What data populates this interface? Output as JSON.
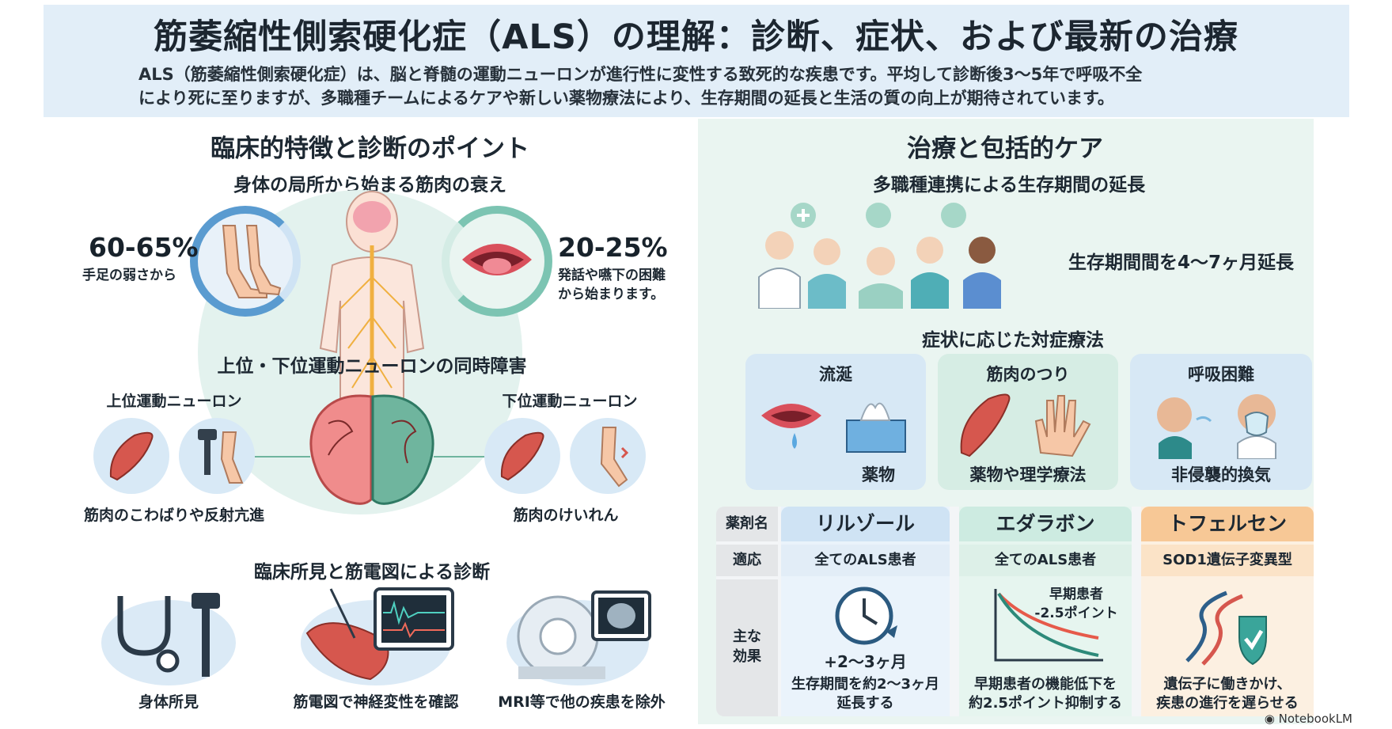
{
  "title": "筋萎縮性側索硬化症（ALS）の理解：診断、症状、および最新の治療",
  "intro": {
    "line1": "ALS（筋萎縮性側索硬化症）は、脳と脊髄の運動ニューロンが進行性に変性する致死的な疾患です。平均して診断後3〜5年で呼吸不全",
    "line2": "により死に至りますが、多職種チームによるケアや新しい薬物療法により、生存期間の延長と生活の質の向上が期待されています。"
  },
  "left": {
    "heading": "臨床的特徴と診断のポイント",
    "onset": {
      "heading": "身体の局所から始まる筋肉の衰え",
      "limb_pct": "60-65%",
      "limb_text": "手足の弱さから",
      "bulbar_pct": "20-25%",
      "bulbar_text1": "発話や嚥下の困難",
      "bulbar_text2": "から始まります。"
    },
    "neurons": {
      "heading": "上位・下位運動ニューロンの同時障害",
      "upper_label": "上位運動ニューロン",
      "upper_caption": "筋肉のこわばりや反射亢進",
      "lower_label": "下位運動ニューロン",
      "lower_caption": "筋肉のけいれん"
    },
    "diagnosis": {
      "heading": "臨床所見と筋電図による診断",
      "items": [
        "身体所見",
        "筋電図で神経変性を確認",
        "MRI等で他の疾患を除外"
      ]
    }
  },
  "right": {
    "heading": "治療と包括的ケア",
    "team": {
      "heading": "多職種連携による生存期間の延長",
      "effect": "生存期間間を4〜7ヶ月延長"
    },
    "symptomatic": {
      "heading": "症状に応じた対症療法",
      "cards": [
        {
          "title": "流涎",
          "caption": "薬物"
        },
        {
          "title": "筋肉のつり",
          "caption": "薬物や理学療法"
        },
        {
          "title": "呼吸困難",
          "caption": "非侵襲的換気"
        }
      ]
    },
    "drugs": {
      "row_labels": {
        "name": "薬剤名",
        "indication": "適応",
        "effect1": "主な",
        "effect2": "効果"
      },
      "items": [
        {
          "name": "リルゾール",
          "indication": "全てのALS患者",
          "effect_big": "+2〜3ヶ月",
          "effect_line1": "生存期間を約2〜3ヶ月",
          "effect_line2": "延長する",
          "color": "#cfe3f4"
        },
        {
          "name": "エダラボン",
          "indication": "全てのALS患者",
          "chart_label1": "早期患者",
          "chart_label2": "-2.5ポイント",
          "effect_line1": "早期患者の機能低下を",
          "effect_line2": "約2.5ポイント抑制する",
          "color": "#cdebe1"
        },
        {
          "name": "トフェルセン",
          "indication": "SOD1遺伝子変異型",
          "effect_line1": "遺伝子に働きかけ、",
          "effect_line2": "疾患の進行を遅らせる",
          "color": "#fbe3c7"
        }
      ]
    }
  },
  "logo": "NotebookLM"
}
